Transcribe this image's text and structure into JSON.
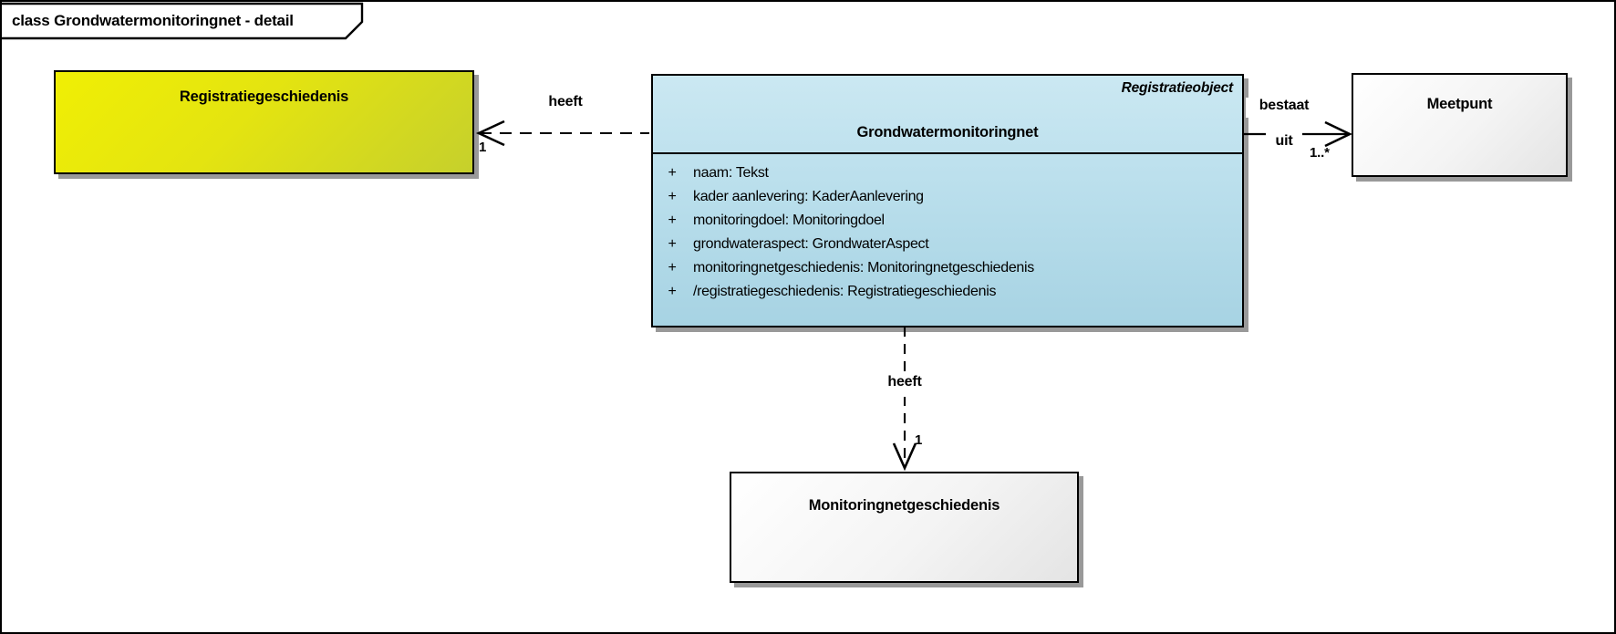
{
  "frame": {
    "title": "class Grondwatermonitoringnet - detail"
  },
  "classes": {
    "registratiegeschiedenis": {
      "name": "Registratiegeschiedenis"
    },
    "grondwatermonitoringnet": {
      "stereotype": "Registratieobject",
      "name": "Grondwatermonitoringnet",
      "attributes": [
        {
          "vis": "+",
          "text": "naam: Tekst"
        },
        {
          "vis": "+",
          "text": "kader aanlevering: KaderAanlevering"
        },
        {
          "vis": "+",
          "text": "monitoringdoel: Monitoringdoel"
        },
        {
          "vis": "+",
          "text": "grondwateraspect: GrondwaterAspect"
        },
        {
          "vis": "+",
          "text": "monitoringnetgeschiedenis: Monitoringnetgeschiedenis"
        },
        {
          "vis": "+",
          "text": "/registratiegeschiedenis: Registratiegeschiedenis"
        }
      ]
    },
    "meetpunt": {
      "name": "Meetpunt"
    },
    "monitoringnetgeschiedenis": {
      "name": "Monitoringnetgeschiedenis"
    }
  },
  "connectors": {
    "heeft_left": {
      "label": "heeft",
      "multiplicity": "1",
      "style": "dashed",
      "target": "Registratiegeschiedenis"
    },
    "bestaat_uit": {
      "label_top": "bestaat",
      "label_bottom": "uit",
      "multiplicity": "1..*",
      "style": "solid",
      "target": "Meetpunt"
    },
    "heeft_down": {
      "label": "heeft",
      "multiplicity": "1",
      "style": "dashed",
      "target": "Monitoringnetgeschiedenis"
    }
  },
  "colors": {
    "yellow_top": "#F0EF04",
    "yellow_bottom": "#C6D02C",
    "blue_top": "#CBE8F2",
    "blue_bottom": "#A7D3E3",
    "gray_top": "#FFFFFF",
    "gray_bottom": "#E4E4E4",
    "border": "#000000",
    "shadow": "#999999"
  }
}
